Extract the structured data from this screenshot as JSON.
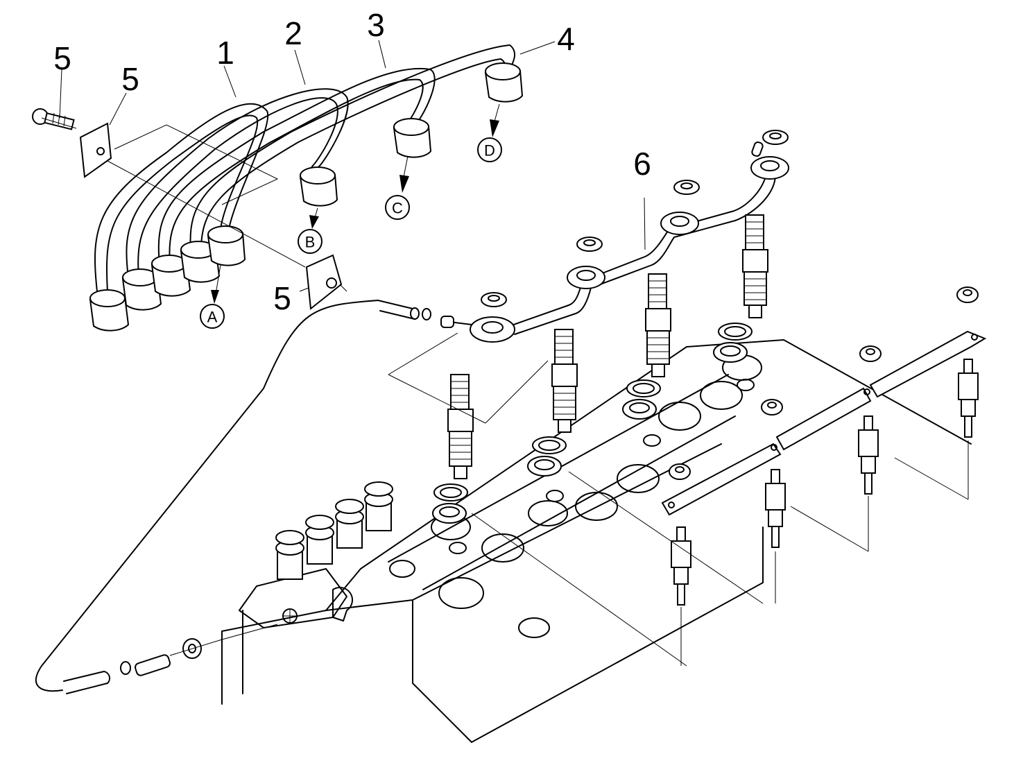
{
  "diagram": {
    "type": "exploded-parts-diagram",
    "subject": "Fuel injection pipes, injectors and glow plugs on cylinder head",
    "callouts": [
      {
        "id": "1",
        "label": "1",
        "part": "injection pipe 1"
      },
      {
        "id": "2",
        "label": "2",
        "part": "injection pipe 2"
      },
      {
        "id": "3",
        "label": "3",
        "part": "injection pipe 3"
      },
      {
        "id": "4",
        "label": "4",
        "part": "injection pipe 4"
      },
      {
        "id": "5a",
        "label": "5",
        "part": "clamp bolt"
      },
      {
        "id": "5b",
        "label": "5",
        "part": "pipe clamp (upper)"
      },
      {
        "id": "5c",
        "label": "5",
        "part": "pipe clamp (lower)"
      },
      {
        "id": "6",
        "label": "6",
        "part": "fuel leak-off pipe"
      }
    ],
    "reference_markers": [
      {
        "id": "A",
        "label": "A"
      },
      {
        "id": "B",
        "label": "B"
      },
      {
        "id": "C",
        "label": "C"
      },
      {
        "id": "D",
        "label": "D"
      }
    ],
    "components": {
      "injector_count": 4,
      "glow_plug_count": 4,
      "pump_outlet_count": 4,
      "leak_off_nut_count": 4
    }
  }
}
